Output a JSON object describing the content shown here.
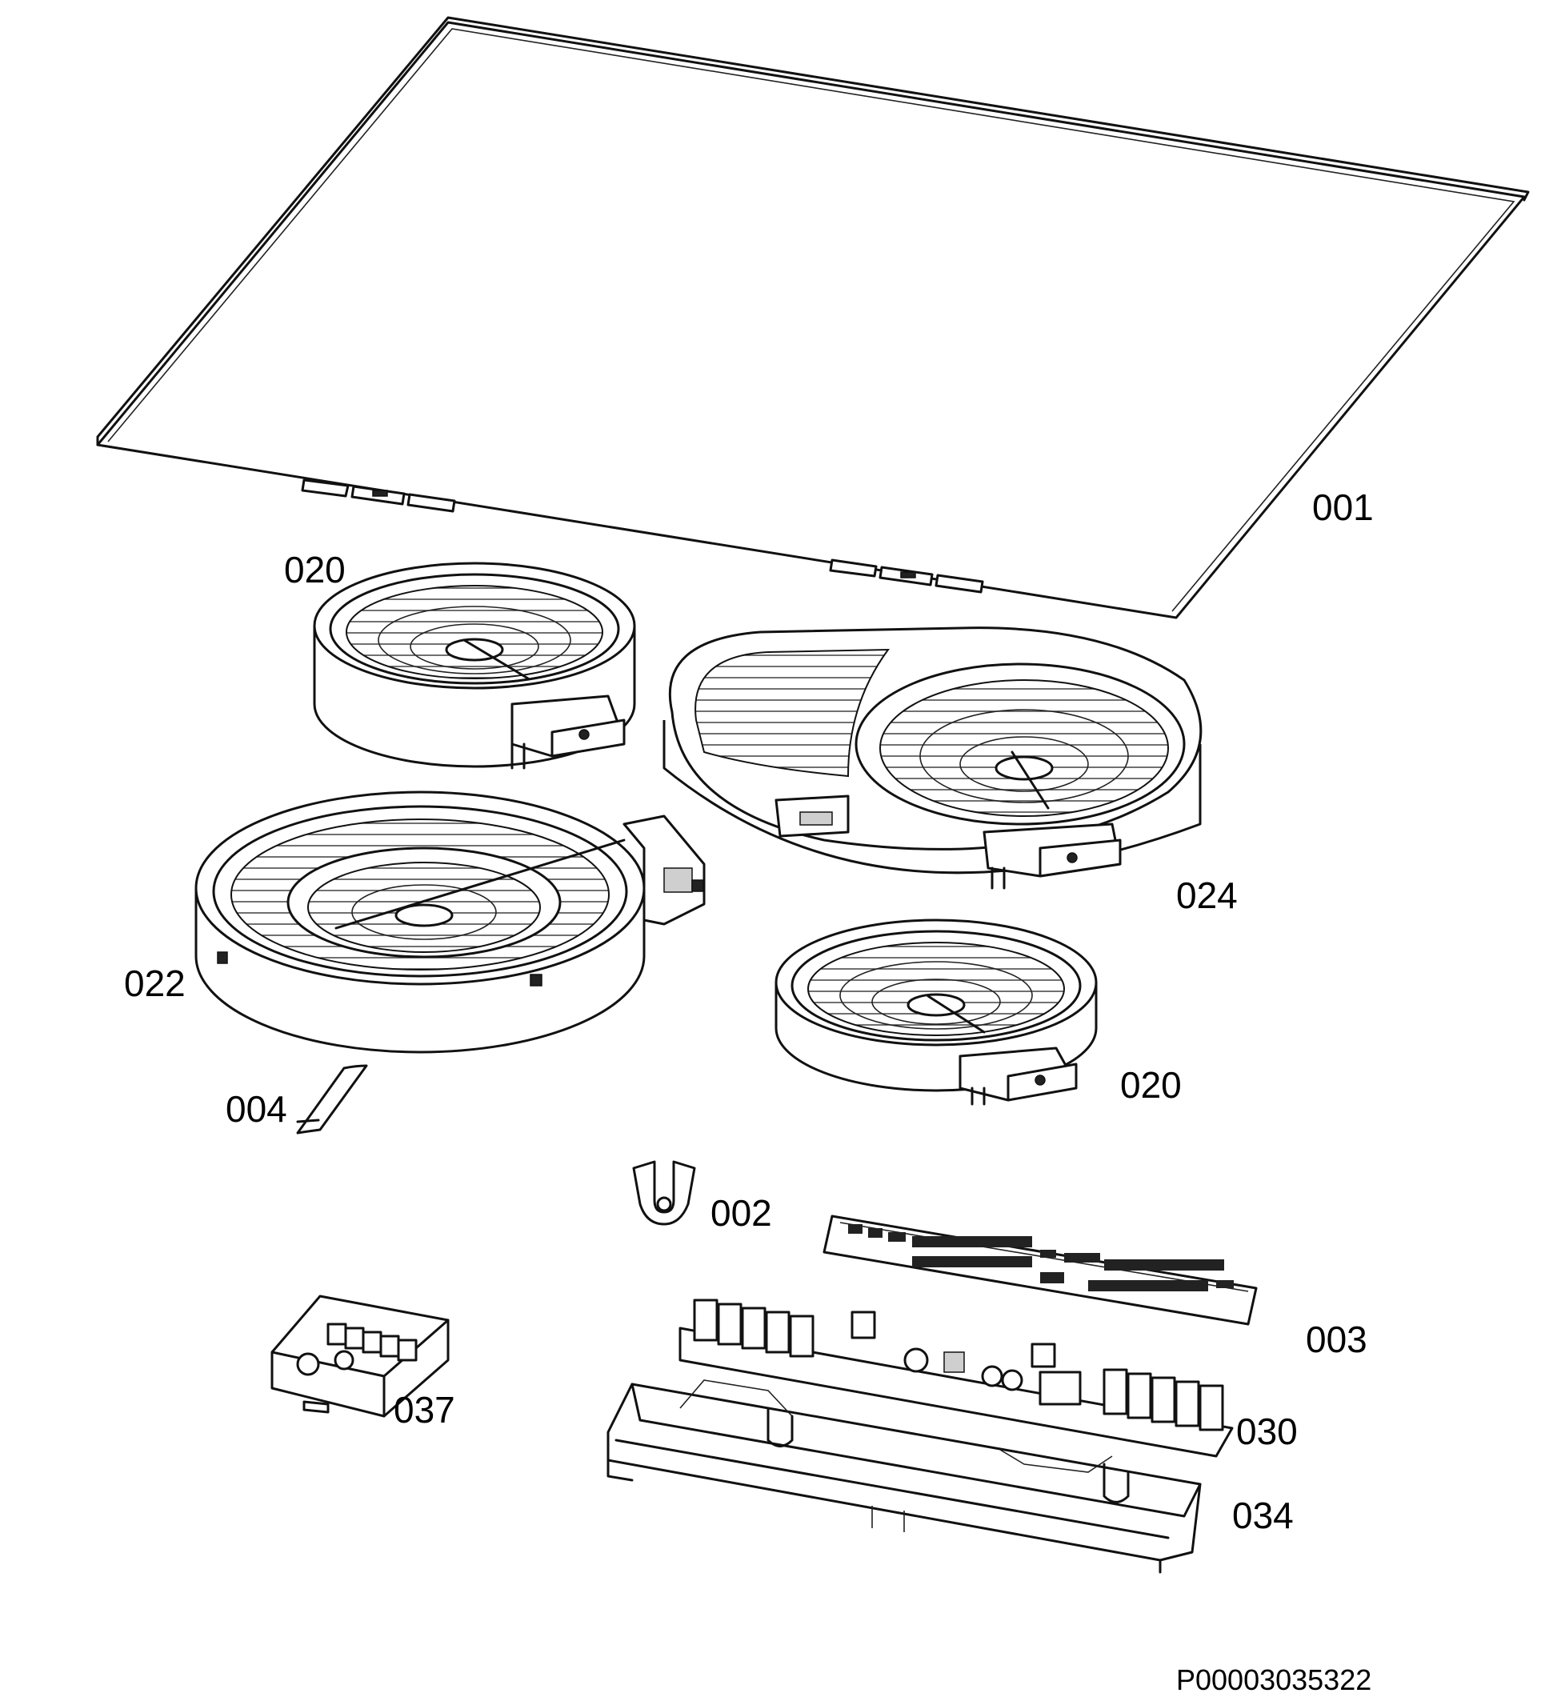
{
  "labels": {
    "glass_top": "001",
    "clip": "002",
    "control_board": "003",
    "ribbon": "004",
    "radiant_small_top": "020",
    "radiant_dual": "022",
    "radiant_oval": "024",
    "radiant_small_bottom": "020",
    "power_board": "030",
    "board_housing": "034",
    "terminal_block": "037"
  },
  "drawing_code": "P00003035322"
}
